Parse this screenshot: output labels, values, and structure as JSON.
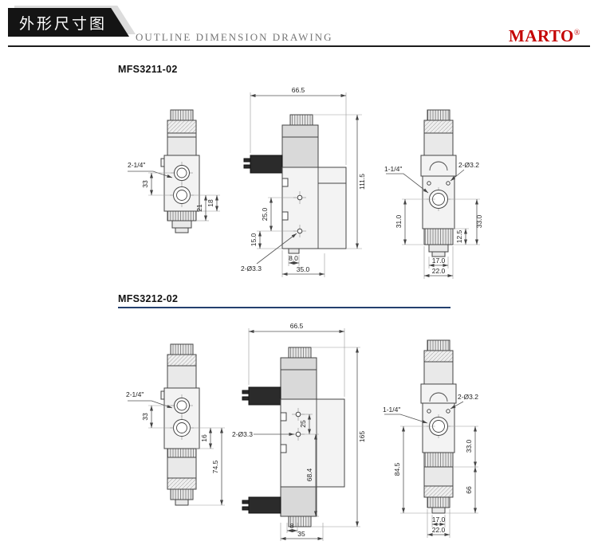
{
  "header": {
    "title_cn": "外形尺寸图",
    "title_en": "OUTLINE DIMENSION DRAWING",
    "brand": "MARTO",
    "brand_reg": "®",
    "brand_color": "#c40000"
  },
  "sections": [
    {
      "model": "MFS3211-02",
      "front": {
        "port": "2-1/4\"",
        "d33": "33",
        "d21": "21",
        "d18": "18"
      },
      "side": {
        "w": "66.5",
        "h": "111.5",
        "d25": "25.0",
        "d15": "15.0",
        "d8": "8.0",
        "d35": "35.0",
        "hole": "2-Ø3.3"
      },
      "right": {
        "port": "1-1/4\"",
        "hole": "2-Ø3.2",
        "d31": "31.0",
        "d33": "33.0",
        "d125": "12.5",
        "d17": "17.0",
        "d22": "22.0"
      }
    },
    {
      "model": "MFS3212-02",
      "front": {
        "port": "2-1/4\"",
        "d33": "33",
        "d16": "16",
        "d745": "74.5"
      },
      "side": {
        "w": "66.5",
        "h": "165",
        "d25": "25",
        "d684": "68.4",
        "d8": "8",
        "d35": "35",
        "hole": "2-Ø3.3"
      },
      "right": {
        "port": "1-1/4\"",
        "hole": "2-Ø3.2",
        "d845": "84.5",
        "d33": "33.0",
        "d66": "66",
        "d17": "17.0",
        "d22": "22.0"
      }
    }
  ]
}
